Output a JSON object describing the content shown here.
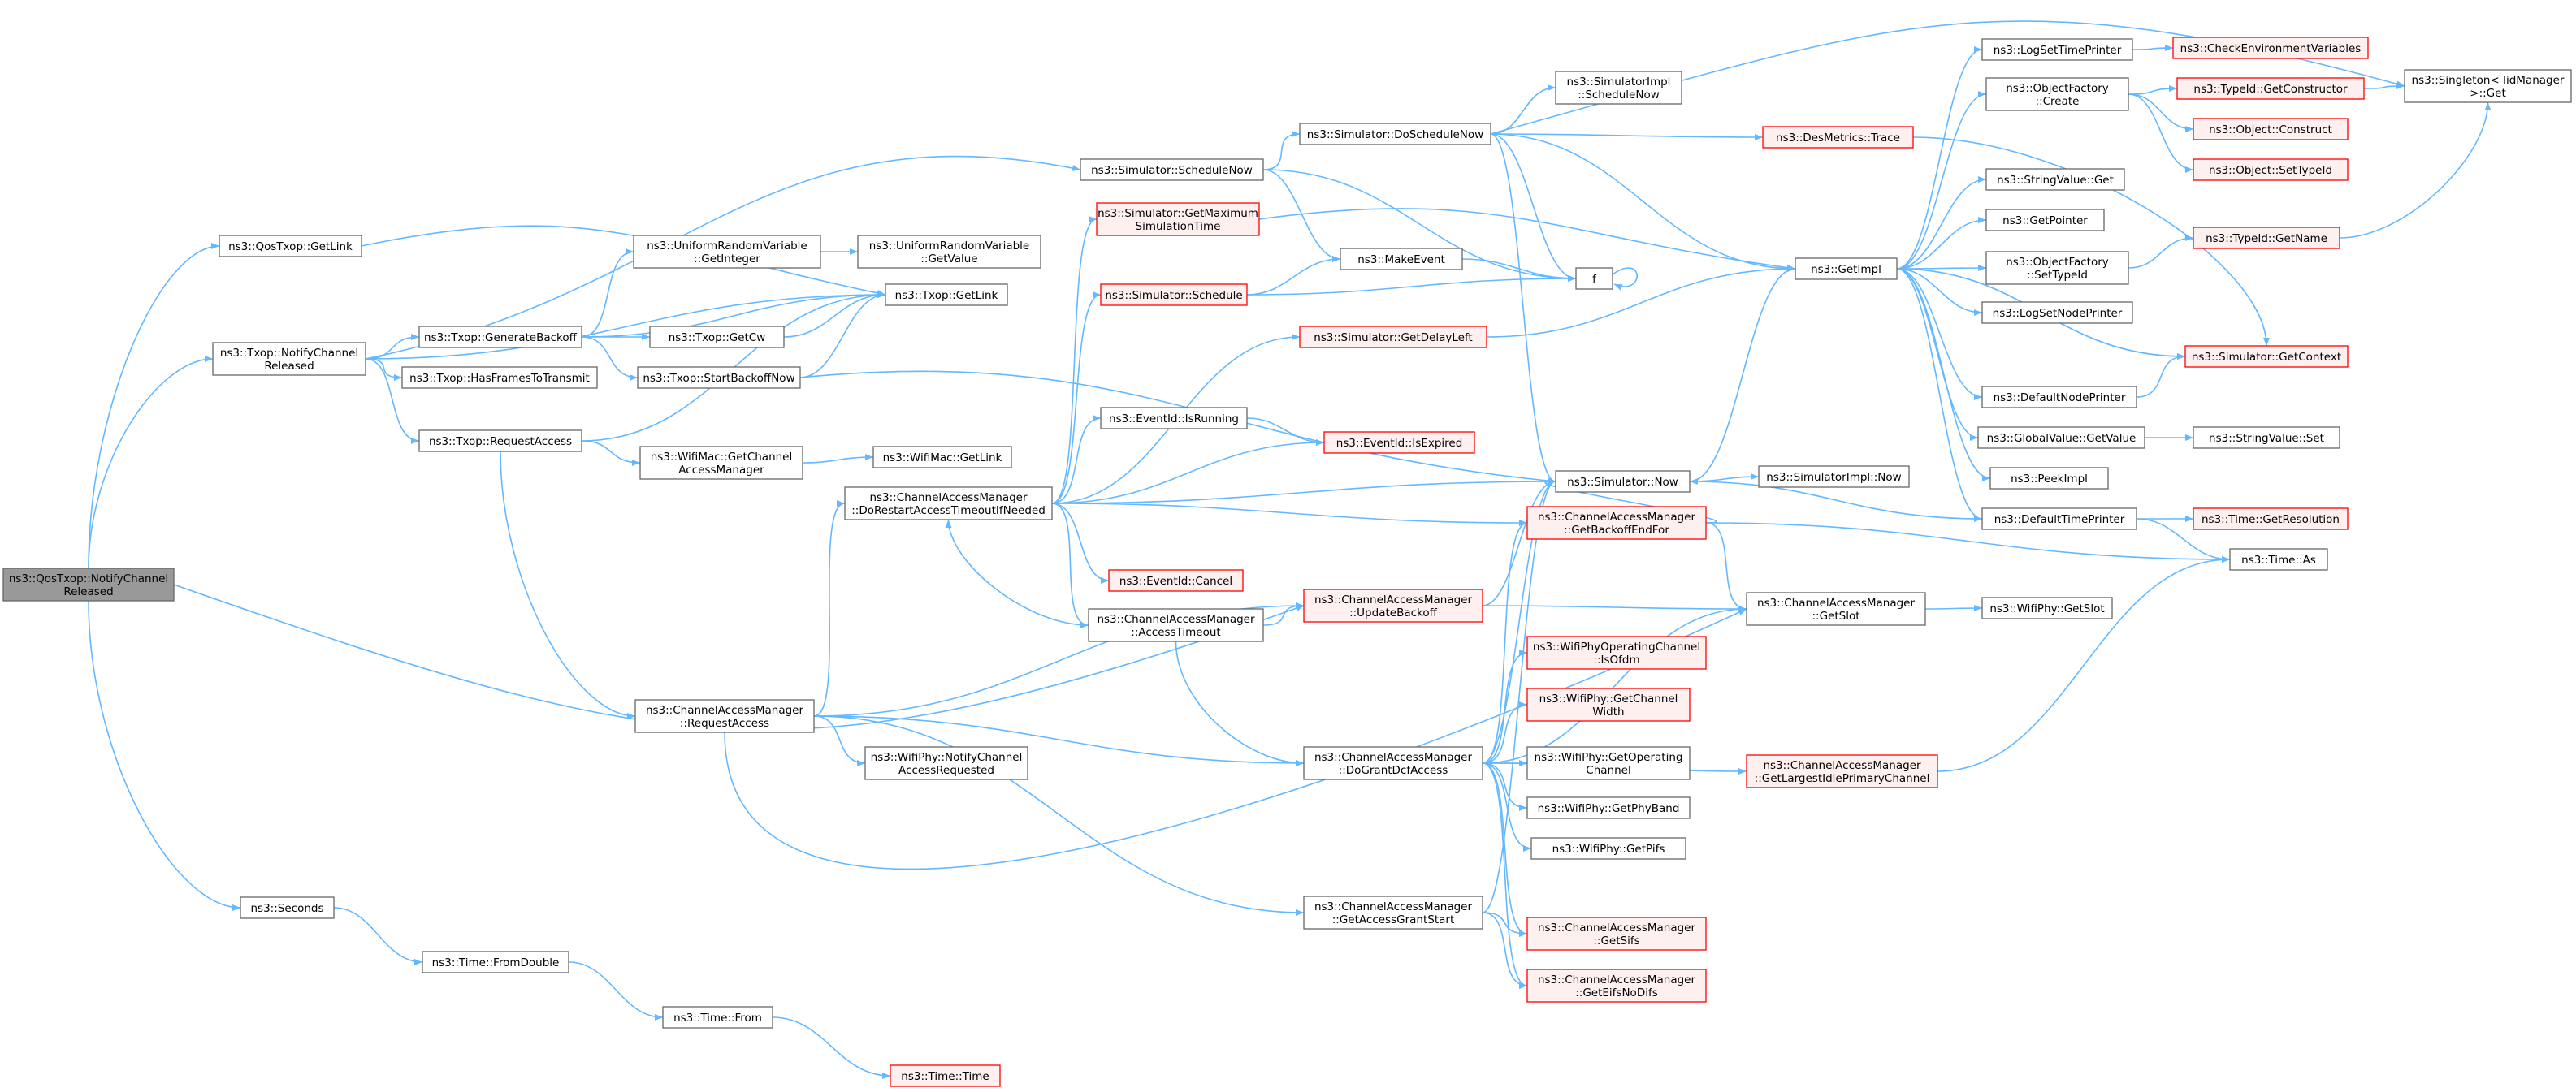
{
  "colors": {
    "edge": "#63b8ff",
    "node_border": "#666666",
    "node_fill": "#ffffff",
    "root_fill": "#999999",
    "root_border": "#666666",
    "undocumented_border": "#ff0000",
    "undocumented_fill": "#fff0f0",
    "text": "#000000"
  },
  "nodes": [
    {
      "id": "root",
      "lines": [
        "ns3::QosTxop::NotifyChannel",
        "Released"
      ],
      "kind": "root"
    },
    {
      "id": "qosGetLink",
      "lines": [
        "ns3::QosTxop::GetLink"
      ],
      "kind": "normal"
    },
    {
      "id": "txopNotify",
      "lines": [
        "ns3::Txop::NotifyChannel",
        "Released"
      ],
      "kind": "normal"
    },
    {
      "id": "seconds",
      "lines": [
        "ns3::Seconds"
      ],
      "kind": "normal"
    },
    {
      "id": "fromDouble",
      "lines": [
        "ns3::Time::FromDouble"
      ],
      "kind": "normal"
    },
    {
      "id": "timeFrom",
      "lines": [
        "ns3::Time::From"
      ],
      "kind": "normal"
    },
    {
      "id": "timeTime",
      "lines": [
        "ns3::Time::Time"
      ],
      "kind": "red"
    },
    {
      "id": "scheduleNow",
      "lines": [
        "ns3::Simulator::ScheduleNow"
      ],
      "kind": "normal"
    },
    {
      "id": "txopGetLink",
      "lines": [
        "ns3::Txop::GetLink"
      ],
      "kind": "normal"
    },
    {
      "id": "genBackoff",
      "lines": [
        "ns3::Txop::GenerateBackoff"
      ],
      "kind": "normal"
    },
    {
      "id": "hasFrames",
      "lines": [
        "ns3::Txop::HasFramesToTransmit"
      ],
      "kind": "normal"
    },
    {
      "id": "reqAccess",
      "lines": [
        "ns3::Txop::RequestAccess"
      ],
      "kind": "normal"
    },
    {
      "id": "urvGetInt",
      "lines": [
        "ns3::UniformRandomVariable",
        "::GetInteger"
      ],
      "kind": "normal"
    },
    {
      "id": "urvGetVal",
      "lines": [
        "ns3::UniformRandomVariable",
        "::GetValue"
      ],
      "kind": "normal"
    },
    {
      "id": "getCw",
      "lines": [
        "ns3::Txop::GetCw"
      ],
      "kind": "normal"
    },
    {
      "id": "startBackoff",
      "lines": [
        "ns3::Txop::StartBackoffNow"
      ],
      "kind": "normal"
    },
    {
      "id": "wmGetCam",
      "lines": [
        "ns3::WifiMac::GetChannel",
        "AccessManager"
      ],
      "kind": "normal"
    },
    {
      "id": "wmGetLink",
      "lines": [
        "ns3::WifiMac::GetLink"
      ],
      "kind": "normal"
    },
    {
      "id": "camReqAccess",
      "lines": [
        "ns3::ChannelAccessManager",
        "::RequestAccess"
      ],
      "kind": "normal"
    },
    {
      "id": "camDoRestart",
      "lines": [
        "ns3::ChannelAccessManager",
        "::DoRestartAccessTimeoutIfNeeded"
      ],
      "kind": "normal"
    },
    {
      "id": "camAccessTimeout",
      "lines": [
        "ns3::ChannelAccessManager",
        "::AccessTimeout"
      ],
      "kind": "normal"
    },
    {
      "id": "wpNotifyCar",
      "lines": [
        "ns3::WifiPhy::NotifyChannel",
        "AccessRequested"
      ],
      "kind": "normal"
    },
    {
      "id": "doScheduleNow",
      "lines": [
        "ns3::Simulator::DoScheduleNow"
      ],
      "kind": "normal"
    },
    {
      "id": "simGetMax",
      "lines": [
        "ns3::Simulator::GetMaximum",
        "SimulationTime"
      ],
      "kind": "red"
    },
    {
      "id": "simSchedule",
      "lines": [
        "ns3::Simulator::Schedule"
      ],
      "kind": "red"
    },
    {
      "id": "simGetDelayLeft",
      "lines": [
        "ns3::Simulator::GetDelayLeft"
      ],
      "kind": "red"
    },
    {
      "id": "eidIsRunning",
      "lines": [
        "ns3::EventId::IsRunning"
      ],
      "kind": "normal"
    },
    {
      "id": "eidIsExpired",
      "lines": [
        "ns3::EventId::IsExpired"
      ],
      "kind": "red"
    },
    {
      "id": "eidCancel",
      "lines": [
        "ns3::EventId::Cancel"
      ],
      "kind": "red"
    },
    {
      "id": "simImplSchedNow",
      "lines": [
        "ns3::SimulatorImpl",
        "::ScheduleNow"
      ],
      "kind": "normal"
    },
    {
      "id": "makeEvent",
      "lines": [
        "ns3::MakeEvent"
      ],
      "kind": "normal"
    },
    {
      "id": "f",
      "lines": [
        "f"
      ],
      "kind": "normal"
    },
    {
      "id": "desMetrics",
      "lines": [
        "ns3::DesMetrics::Trace"
      ],
      "kind": "red"
    },
    {
      "id": "simNow",
      "lines": [
        "ns3::Simulator::Now"
      ],
      "kind": "normal"
    },
    {
      "id": "camGetBackoff",
      "lines": [
        "ns3::ChannelAccessManager",
        "::GetBackoffEndFor"
      ],
      "kind": "red"
    },
    {
      "id": "camUpdateBackoff",
      "lines": [
        "ns3::ChannelAccessManager",
        "::UpdateBackoff"
      ],
      "kind": "red"
    },
    {
      "id": "camDoGrant",
      "lines": [
        "ns3::ChannelAccessManager",
        "::DoGrantDcfAccess"
      ],
      "kind": "normal"
    },
    {
      "id": "camGetAgs",
      "lines": [
        "ns3::ChannelAccessManager",
        "::GetAccessGrantStart"
      ],
      "kind": "normal"
    },
    {
      "id": "wpocIsOfdm",
      "lines": [
        "ns3::WifiPhyOperatingChannel",
        "::IsOfdm"
      ],
      "kind": "red"
    },
    {
      "id": "wpGetChWidth",
      "lines": [
        "ns3::WifiPhy::GetChannel",
        "Width"
      ],
      "kind": "red"
    },
    {
      "id": "wpGetOpCh",
      "lines": [
        "ns3::WifiPhy::GetOperating",
        "Channel"
      ],
      "kind": "normal"
    },
    {
      "id": "wpGetPhyBand",
      "lines": [
        "ns3::WifiPhy::GetPhyBand"
      ],
      "kind": "normal"
    },
    {
      "id": "wpGetPifs",
      "lines": [
        "ns3::WifiPhy::GetPifs"
      ],
      "kind": "normal"
    },
    {
      "id": "camGetSifs",
      "lines": [
        "ns3::ChannelAccessManager",
        "::GetSifs"
      ],
      "kind": "red"
    },
    {
      "id": "camGetEifs",
      "lines": [
        "ns3::ChannelAccessManager",
        "::GetEifsNoDifs"
      ],
      "kind": "red"
    },
    {
      "id": "getImpl",
      "lines": [
        "ns3::GetImpl"
      ],
      "kind": "normal"
    },
    {
      "id": "simImplNow",
      "lines": [
        "ns3::SimulatorImpl::Now"
      ],
      "kind": "normal"
    },
    {
      "id": "camGetSlot",
      "lines": [
        "ns3::ChannelAccessManager",
        "::GetSlot"
      ],
      "kind": "normal"
    },
    {
      "id": "camGetLargest",
      "lines": [
        "ns3::ChannelAccessManager",
        "::GetLargestIdlePrimaryChannel"
      ],
      "kind": "red"
    },
    {
      "id": "logSetTime",
      "lines": [
        "ns3::LogSetTimePrinter"
      ],
      "kind": "normal"
    },
    {
      "id": "ofCreate",
      "lines": [
        "ns3::ObjectFactory",
        "::Create"
      ],
      "kind": "normal"
    },
    {
      "id": "svGet",
      "lines": [
        "ns3::StringValue::Get"
      ],
      "kind": "normal"
    },
    {
      "id": "getPointer",
      "lines": [
        "ns3::GetPointer"
      ],
      "kind": "normal"
    },
    {
      "id": "ofSetTypeId",
      "lines": [
        "ns3::ObjectFactory",
        "::SetTypeId"
      ],
      "kind": "normal"
    },
    {
      "id": "logSetNode",
      "lines": [
        "ns3::LogSetNodePrinter"
      ],
      "kind": "normal"
    },
    {
      "id": "defNodePrinter",
      "lines": [
        "ns3::DefaultNodePrinter"
      ],
      "kind": "normal"
    },
    {
      "id": "gvGetValue",
      "lines": [
        "ns3::GlobalValue::GetValue"
      ],
      "kind": "normal"
    },
    {
      "id": "peekImpl",
      "lines": [
        "ns3::PeekImpl"
      ],
      "kind": "normal"
    },
    {
      "id": "defTimePrinter",
      "lines": [
        "ns3::DefaultTimePrinter"
      ],
      "kind": "normal"
    },
    {
      "id": "checkEnv",
      "lines": [
        "ns3::CheckEnvironmentVariables"
      ],
      "kind": "red"
    },
    {
      "id": "tidGetCtor",
      "lines": [
        "ns3::TypeId::GetConstructor"
      ],
      "kind": "red"
    },
    {
      "id": "objConstruct",
      "lines": [
        "ns3::Object::Construct"
      ],
      "kind": "red"
    },
    {
      "id": "objSetTypeId",
      "lines": [
        "ns3::Object::SetTypeId"
      ],
      "kind": "red"
    },
    {
      "id": "tidGetName",
      "lines": [
        "ns3::TypeId::GetName"
      ],
      "kind": "red"
    },
    {
      "id": "simGetContext",
      "lines": [
        "ns3::Simulator::GetContext"
      ],
      "kind": "red"
    },
    {
      "id": "svSet",
      "lines": [
        "ns3::StringValue::Set"
      ],
      "kind": "normal"
    },
    {
      "id": "timeGetRes",
      "lines": [
        "ns3::Time::GetResolution"
      ],
      "kind": "red"
    },
    {
      "id": "timeAs",
      "lines": [
        "ns3::Time::As"
      ],
      "kind": "normal"
    },
    {
      "id": "wpGetSlot",
      "lines": [
        "ns3::WifiPhy::GetSlot"
      ],
      "kind": "normal"
    },
    {
      "id": "singleton",
      "lines": [
        "ns3::Singleton< IidManager",
        ">::Get"
      ],
      "kind": "normal"
    }
  ]
}
